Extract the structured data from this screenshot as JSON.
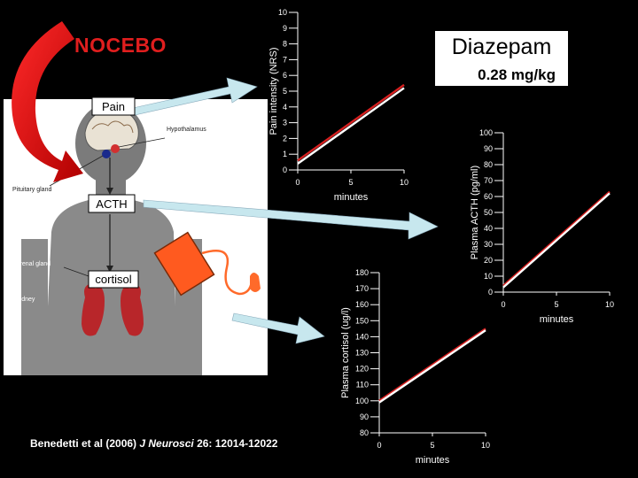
{
  "nocebo_label": "NOCEBO",
  "drug": {
    "name": "Diazepam",
    "dose": "0.28 mg/kg"
  },
  "body_labels": {
    "pain": "Pain",
    "hypothalamus": "Hypothalamus",
    "pituitary": "Pituitary gland",
    "acth": "ACTH",
    "adrenal": "Adrenal gland",
    "cortisol": "cortisol",
    "kidney": "Kidney"
  },
  "citation": {
    "authors": "Benedetti et al (2006) ",
    "journal": "J Neurosci",
    "details": " 26: 12014-12022"
  },
  "colors": {
    "nocebo_red": "#e01e1e",
    "arrow_fill": "#c7e7ee",
    "line_red": "#d61f1f",
    "cuff_orange": "#ff5a1f"
  },
  "chart_data": [
    {
      "type": "line",
      "ylabel": "Pain intensity (NRS)",
      "xlabel": "minutes",
      "xlim": [
        0,
        10
      ],
      "ylim": [
        0,
        10
      ],
      "xticks": [
        "0",
        "5",
        "10"
      ],
      "yticks": [
        "0",
        "1",
        "2",
        "3",
        "4",
        "5",
        "6",
        "7",
        "8",
        "9",
        "10"
      ],
      "series": [
        {
          "color": "red",
          "x": [
            0,
            10
          ],
          "y": [
            0.6,
            5.4
          ]
        },
        {
          "color": "white",
          "x": [
            0,
            10
          ],
          "y": [
            0.4,
            5.2
          ]
        }
      ]
    },
    {
      "type": "line",
      "ylabel": "Plasma ACTH (pg/ml)",
      "xlabel": "minutes",
      "xlim": [
        0,
        10
      ],
      "ylim": [
        0,
        100
      ],
      "xticks": [
        "0",
        "5",
        "10"
      ],
      "yticks": [
        "0",
        "10",
        "20",
        "30",
        "40",
        "50",
        "60",
        "70",
        "80",
        "90",
        "100"
      ],
      "series": [
        {
          "color": "red",
          "x": [
            0,
            10
          ],
          "y": [
            4,
            63
          ]
        },
        {
          "color": "white",
          "x": [
            0,
            10
          ],
          "y": [
            3,
            62
          ]
        }
      ]
    },
    {
      "type": "line",
      "ylabel": "Plasma cortisol (ug/l)",
      "xlabel": "minutes",
      "xlim": [
        0,
        10
      ],
      "ylim": [
        80,
        180
      ],
      "xticks": [
        "0",
        "5",
        "10"
      ],
      "yticks": [
        "80",
        "90",
        "100",
        "110",
        "120",
        "130",
        "140",
        "150",
        "160",
        "170",
        "180"
      ],
      "series": [
        {
          "color": "red",
          "x": [
            0,
            10
          ],
          "y": [
            100,
            145
          ]
        },
        {
          "color": "white",
          "x": [
            0,
            10
          ],
          "y": [
            99,
            144
          ]
        }
      ]
    }
  ]
}
